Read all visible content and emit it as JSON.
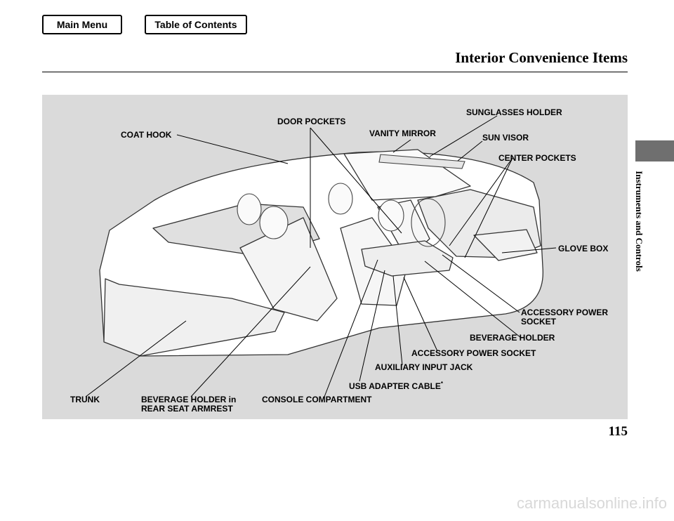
{
  "nav": {
    "main_menu": "Main Menu",
    "table_of_contents": "Table of Contents"
  },
  "header": {
    "title": "Interior Convenience Items"
  },
  "side_tab": {
    "label": "Instruments and Controls"
  },
  "callouts": {
    "sunglasses_holder": "SUNGLASSES HOLDER",
    "door_pockets": "DOOR POCKETS",
    "coat_hook": "COAT HOOK",
    "vanity_mirror": "VANITY MIRROR",
    "sun_visor": "SUN VISOR",
    "center_pockets": "CENTER POCKETS",
    "glove_box": "GLOVE BOX",
    "accessory_power_socket_1": "ACCESSORY POWER",
    "accessory_power_socket_2": "SOCKET",
    "beverage_holder": "BEVERAGE HOLDER",
    "accessory_power_socket_front": "ACCESSORY POWER SOCKET",
    "auxiliary_input_jack": "AUXILIARY INPUT JACK",
    "usb_adapter_cable": "USB ADAPTER CABLE",
    "usb_adapter_mark": "*",
    "trunk": "TRUNK",
    "beverage_holder_rear_1": "BEVERAGE HOLDER in",
    "beverage_holder_rear_2": "REAR SEAT ARMREST",
    "console_compartment": "CONSOLE COMPARTMENT"
  },
  "page_number": "115",
  "watermark": "carmanualsonline.info"
}
